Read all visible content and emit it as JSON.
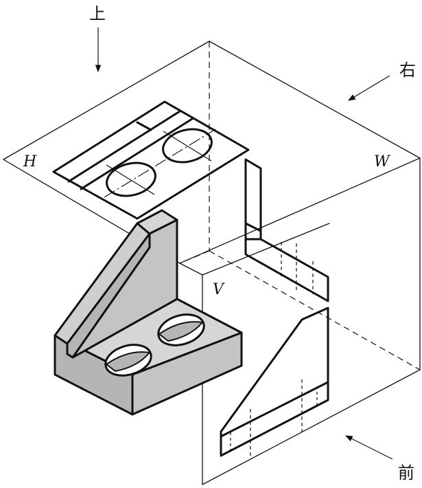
{
  "labels": {
    "top": "上",
    "right": "右",
    "front": "前",
    "plane_h": "H",
    "plane_v": "V",
    "plane_w": "W"
  },
  "colors": {
    "line": "#111111",
    "face_top": "#d6d6d6",
    "face_side": "#c4c4c4",
    "face_front": "#b5b5b5",
    "background": "#ffffff"
  }
}
